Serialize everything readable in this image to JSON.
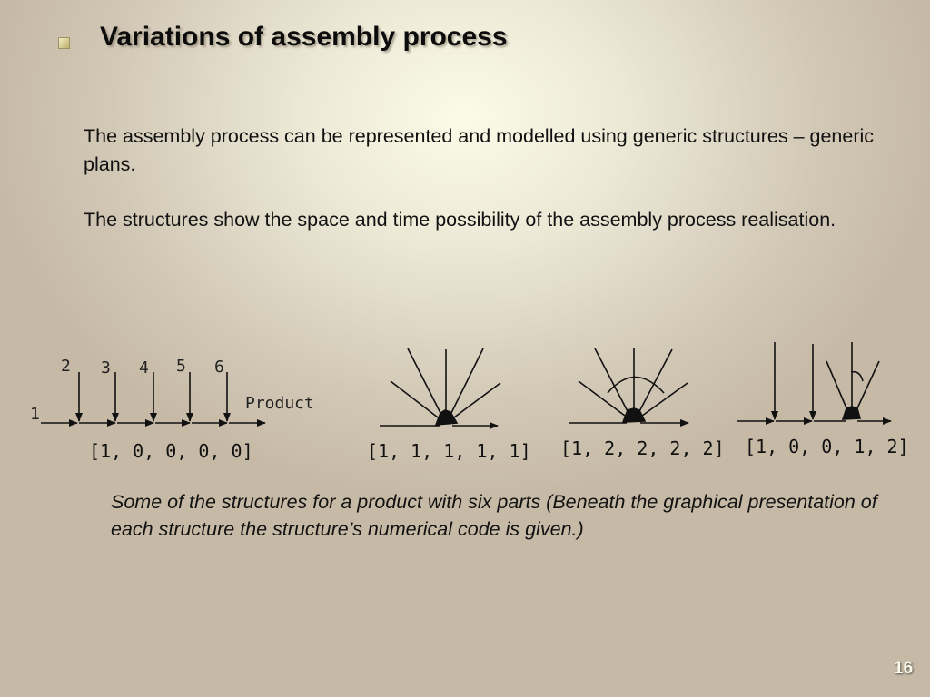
{
  "slide": {
    "title": "Variations of assembly process",
    "paragraphs": [
      "The assembly process can be represented and modelled using generic structures – generic plans.",
      "The structures show the space and time possibility of the assembly process realisation."
    ],
    "caption": "Some of the structures for a product with six parts (Beneath the graphical presentation of each structure the structure’s numerical code is given.)",
    "slide_number": "16"
  },
  "diagram": {
    "part_labels": [
      "1",
      "2",
      "3",
      "4",
      "5",
      "6"
    ],
    "product_label": "Product",
    "structure_codes": [
      "[1, 0, 0, 0, 0]",
      "[1, 1, 1, 1, 1]",
      "[1, 2, 2, 2, 2]",
      "[1, 0, 0, 1, 2]"
    ]
  }
}
